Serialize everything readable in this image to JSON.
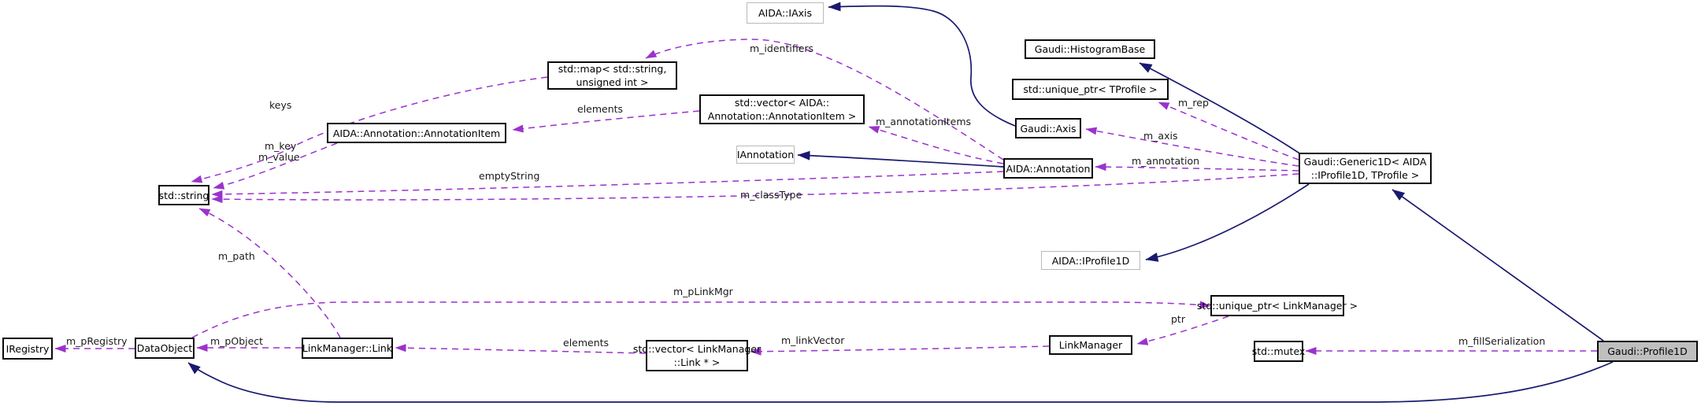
{
  "diagram": {
    "kind": "doxygen-collaboration-graph",
    "colors": {
      "inheritance_edge": "#191970",
      "usage_edge": "#9a32cd",
      "node_border": "#0a0a0a",
      "external_node_border": "#b9b9b9",
      "current_node_fill": "#bfbfbf"
    },
    "nodes": {
      "aida_iaxis": {
        "lines": [
          "AIDA::IAxis"
        ]
      },
      "histogram_base": {
        "lines": [
          "Gaudi::HistogramBase"
        ]
      },
      "unique_ptr_tprofile": {
        "lines": [
          "std::unique_ptr< TProfile >"
        ]
      },
      "gaudi_axis": {
        "lines": [
          "Gaudi::Axis"
        ]
      },
      "std_map": {
        "lines": [
          "std::map< std::string,",
          "unsigned int >"
        ]
      },
      "vector_annotation_item": {
        "lines": [
          "std::vector< AIDA::",
          "Annotation::AnnotationItem >"
        ]
      },
      "annotation_item": {
        "lines": [
          "AIDA::Annotation::AnnotationItem"
        ]
      },
      "iannotation": {
        "lines": [
          "IAnnotation"
        ]
      },
      "aida_annotation": {
        "lines": [
          "AIDA::Annotation"
        ]
      },
      "generic1d": {
        "lines": [
          "Gaudi::Generic1D< AIDA",
          "::IProfile1D, TProfile >"
        ]
      },
      "std_string": {
        "lines": [
          "std::string"
        ]
      },
      "aida_iprofile1d": {
        "lines": [
          "AIDA::IProfile1D"
        ]
      },
      "iregistry": {
        "lines": [
          "IRegistry"
        ]
      },
      "dataobject": {
        "lines": [
          "DataObject"
        ]
      },
      "link": {
        "lines": [
          "LinkManager::Link"
        ]
      },
      "vector_link": {
        "lines": [
          "std::vector< LinkManager",
          "::Link * >"
        ]
      },
      "linkmanager": {
        "lines": [
          "LinkManager"
        ]
      },
      "unique_ptr_linkmanager": {
        "lines": [
          "std::unique_ptr< LinkManager >"
        ]
      },
      "std_mutex": {
        "lines": [
          "std::mutex"
        ]
      },
      "profile1d": {
        "lines": [
          "Gaudi::Profile1D"
        ]
      }
    },
    "edge_labels": {
      "m_identifiers": "m_identifiers",
      "keys": "keys",
      "elements_top": "elements",
      "m_annotationItems": "m_annotationItems",
      "m_key": "m_key",
      "m_value": "m_value",
      "emptyString": "emptyString",
      "m_classType": "m_classType",
      "m_rep": "m_rep",
      "m_axis": "m_axis",
      "m_annotation": "m_annotation",
      "m_path": "m_path",
      "m_pLinkMgr": "m_pLinkMgr",
      "m_pRegistry": "m_pRegistry",
      "m_pObject": "m_pObject",
      "elements_bottom": "elements",
      "m_linkVector": "m_linkVector",
      "ptr": "ptr",
      "m_fillSerialization": "m_fillSerialization"
    }
  }
}
